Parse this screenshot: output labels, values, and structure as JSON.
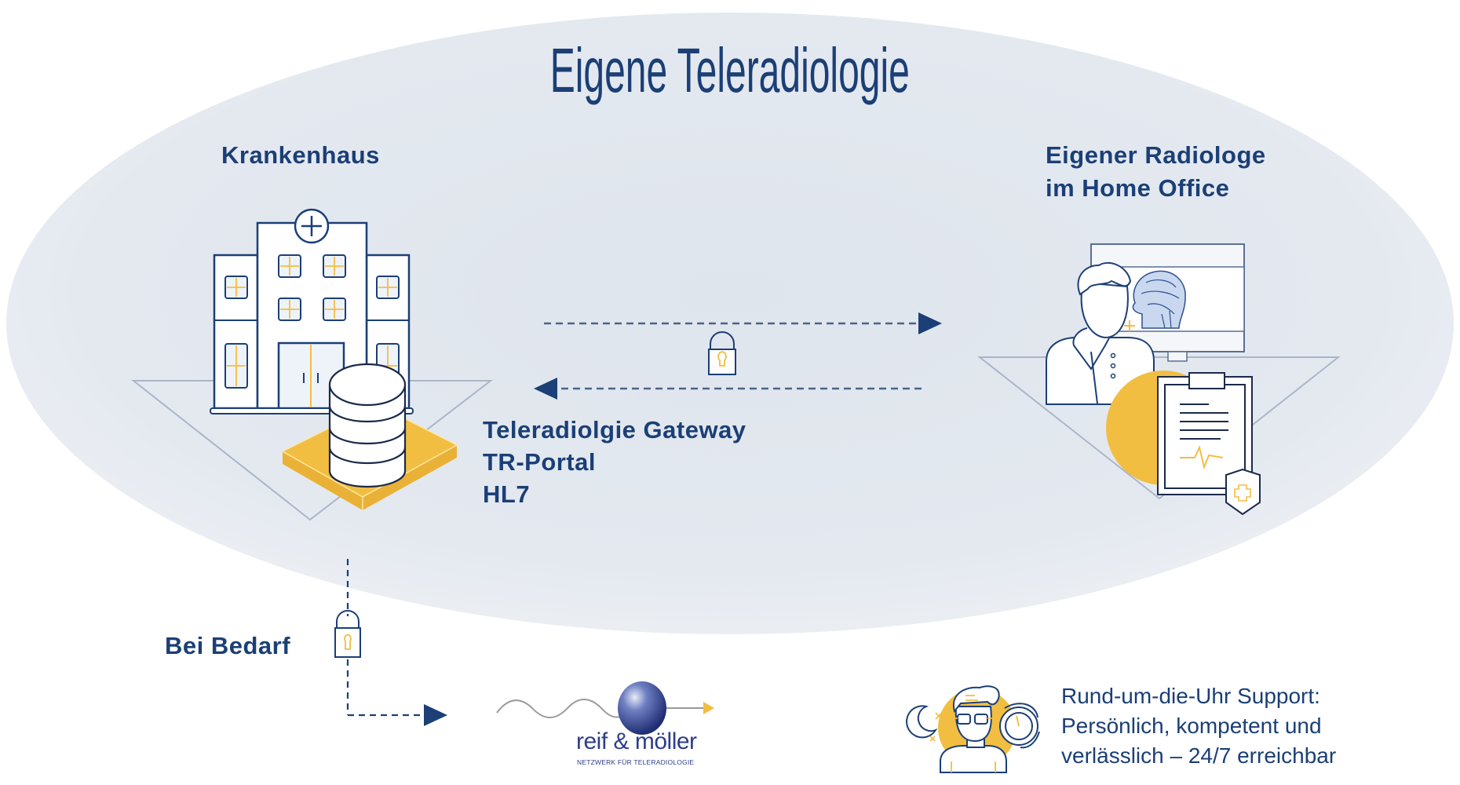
{
  "diagram": {
    "title": "Eigene Teleradiologie",
    "hospital": {
      "label": "Krankenhaus"
    },
    "radiologist": {
      "label_line1": "Eigener Radiologe",
      "label_line2": "im Home Office"
    },
    "gateway": {
      "lines": [
        "Teleradiolgie Gateway",
        "TR-Portal",
        "HL7"
      ]
    },
    "on_demand": {
      "label": "Bei Bedarf"
    },
    "partner_logo": {
      "name": "reif & möller",
      "tagline": "NETZWERK FÜR TELERADIOLOGIE"
    },
    "support": {
      "lines": [
        "Rund-um-die-Uhr Support:",
        "Persönlich, kompetent und",
        "verlässlich – 24/7 erreichbar"
      ]
    },
    "icons": {
      "hospital": "hospital-building-icon",
      "database": "database-icon",
      "lock": "padlock-icon",
      "radiologist": "doctor-with-monitor-icon",
      "clipboard": "medical-clipboard-icon",
      "support": "24-7-support-person-icon"
    },
    "colors": {
      "navy": "#1b3f76",
      "gold": "#f2be42",
      "ellipse": "#e3e8ef",
      "logo_blue": "#2c3e8a"
    }
  }
}
